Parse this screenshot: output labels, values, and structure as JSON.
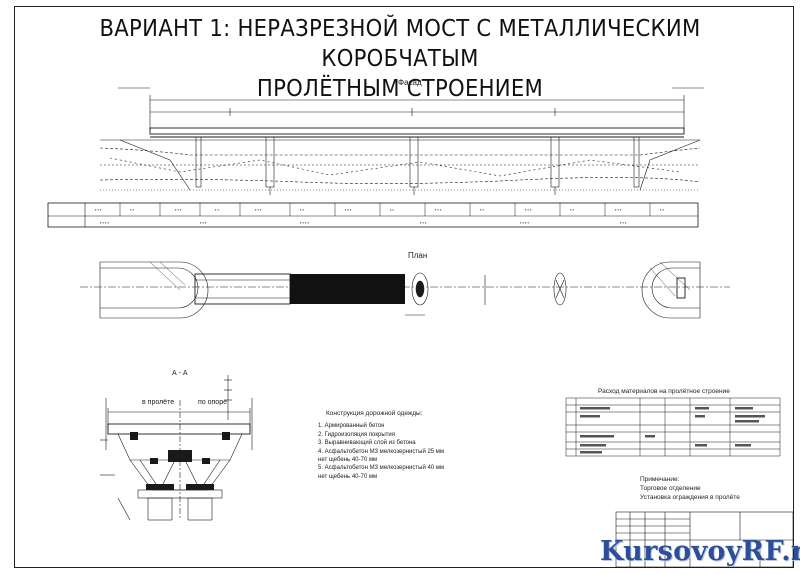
{
  "title": {
    "line1": "ВАРИАНТ 1: НЕРАЗРЕЗНОЙ МОСТ С МЕТАЛЛИЧЕСКИМ КОРОБЧАТЫМ",
    "line2": "ПРОЛЁТНЫМ СТРОЕНИЕМ"
  },
  "views": {
    "facade": "Фасад",
    "plan": "План",
    "section": "А - А",
    "section_left": "в пролёте",
    "section_right": "по опоре"
  },
  "notes": {
    "heading": "Конструкция дорожной одежды:",
    "items": [
      "1. Армированный бетон",
      "2. Гидроизоляция покрытия",
      "3. Выравнивающий слой из бетона",
      "4. Асфальтобетон М3 мелкозернистый 25 мм",
      "   нет щебень 40-70 мм",
      "5. Асфальтобетон М3 мелкозернистый 40 мм",
      "   нет щебень 40-70 мм"
    ]
  },
  "materials_table": {
    "title": "Расход материалов на пролётное строение"
  },
  "consumption": {
    "heading": "Примечание:",
    "line1": "Торговое отделение",
    "line2": "Установка ограждения в пролёте"
  },
  "watermark": "KursovoyRF.ru",
  "colors": {
    "line": "#1a1a1a",
    "watermark": "#2d4f9a"
  }
}
